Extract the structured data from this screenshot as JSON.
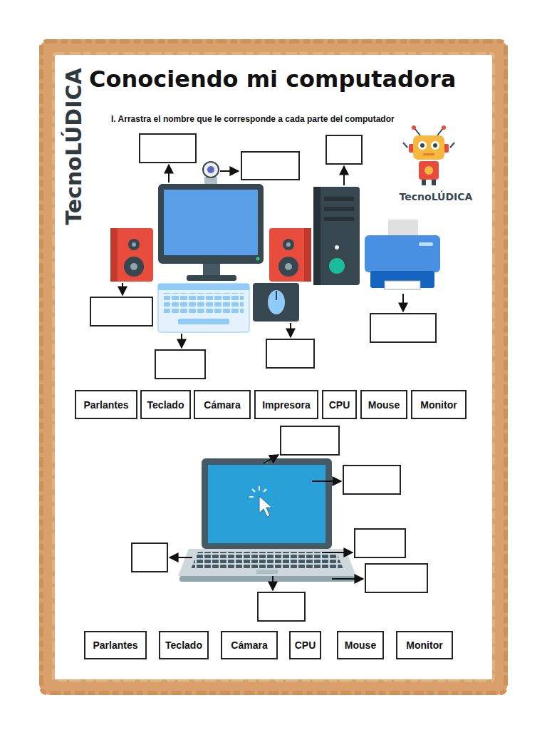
{
  "diagram": {
    "title": "Conociendo mi computadora",
    "nodes": [
      {
        "text": [
          "Parlantes"
        ]
      },
      {
        "text": [
          "Teclado"
        ]
      },
      {
        "text": [
          "Cámara"
        ]
      },
      {
        "text": [
          "Impresora"
        ]
      },
      {
        "text": [
          "CPU"
        ]
      },
      {
        "text": [
          "Mouse"
        ]
      },
      {
        "text": [
          "Monitor"
        ]
      },
      {
        "text": [
          "Parlantes"
        ]
      },
      {
        "text": [
          "Teclado"
        ]
      },
      {
        "text": [
          "Cámara"
        ]
      },
      {
        "text": [
          "CPU"
        ]
      },
      {
        "text": [
          "Mouse"
        ]
      },
      {
        "text": [
          "Monitor"
        ]
      }
    ],
    "labels": [
      "TecnoLÚDICA",
      "I. Arrastra el nombre que le corresponde a cada parte del computador",
      "TecnoLÚDICA"
    ]
  }
}
